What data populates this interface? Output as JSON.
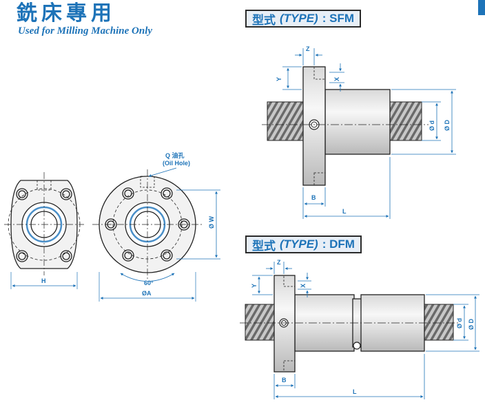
{
  "header": {
    "title_cn": "銑床專用",
    "subtitle_en": "Used for Milling Machine Only"
  },
  "type_labels": {
    "sfm": {
      "prefix": "型式",
      "type": "(TYPE)",
      "suffix": ": SFM"
    },
    "dfm": {
      "prefix": "型式",
      "type": "(TYPE)",
      "suffix": ": DFM"
    }
  },
  "dimensions": {
    "oil_hole_cn": "Q 油孔",
    "oil_hole_en": "(Oil Hole)",
    "h": "H",
    "phi_a": "ØA",
    "phi_w": "Ø W",
    "angle": "60°",
    "z": "Z",
    "y": "Y",
    "x": "X",
    "b": "B",
    "l": "L",
    "phi_d_small": "Ø d",
    "phi_d_large": "Ø D"
  },
  "colors": {
    "accent": "#1d73b8",
    "line": "#222222",
    "body": "#e8e8e8"
  }
}
